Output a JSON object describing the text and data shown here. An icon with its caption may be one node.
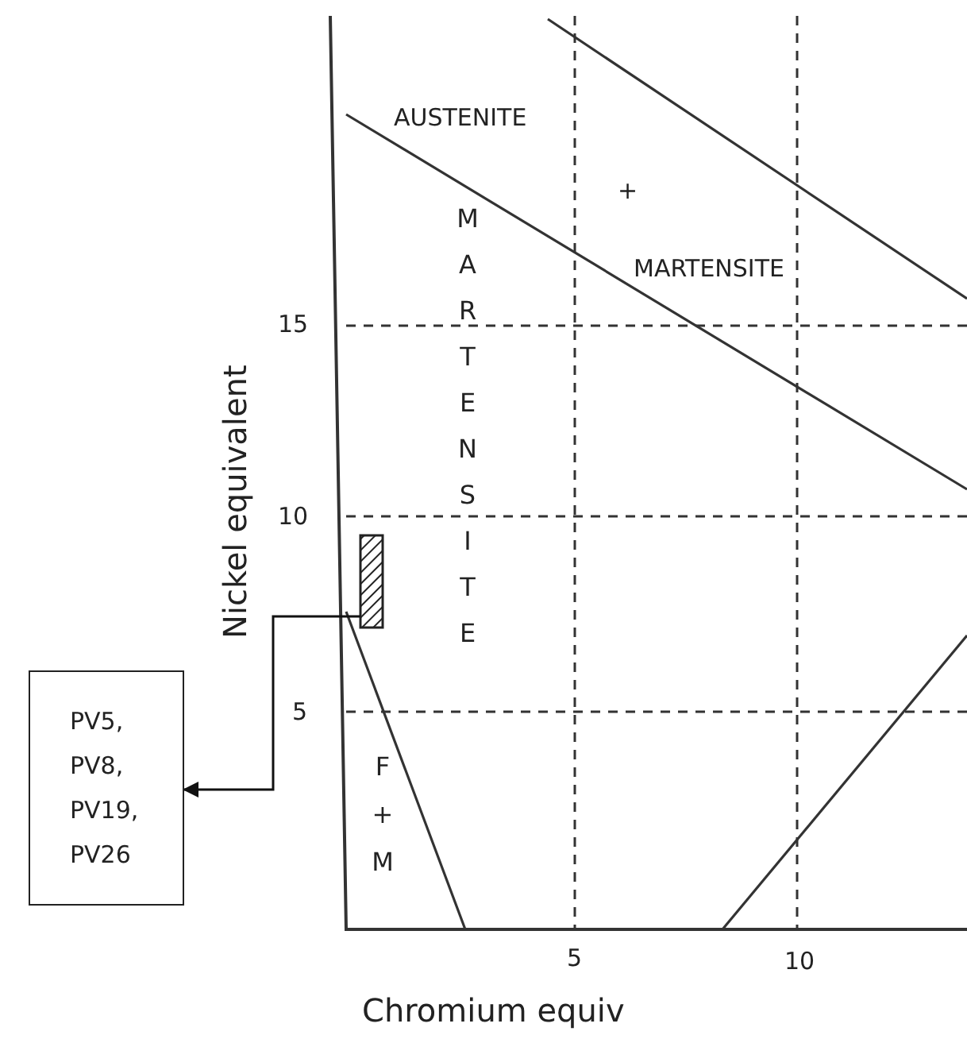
{
  "diagram": {
    "nodes": [
      {
        "text": [],
        "shape": "bar"
      },
      {
        "text": [
          "PV5, PV8, PV19, PV26"
        ]
      }
    ],
    "edges": [
      {
        "from": 0,
        "to": 1,
        "arrow": "to"
      }
    ],
    "labels": [
      "AUSTENITE",
      "+",
      "MARTENSITE",
      "MARTENSITE",
      "15",
      "10",
      "5",
      "F + M",
      "5",
      "10",
      "Nickel equivalent",
      "Chromium equiv"
    ]
  }
}
